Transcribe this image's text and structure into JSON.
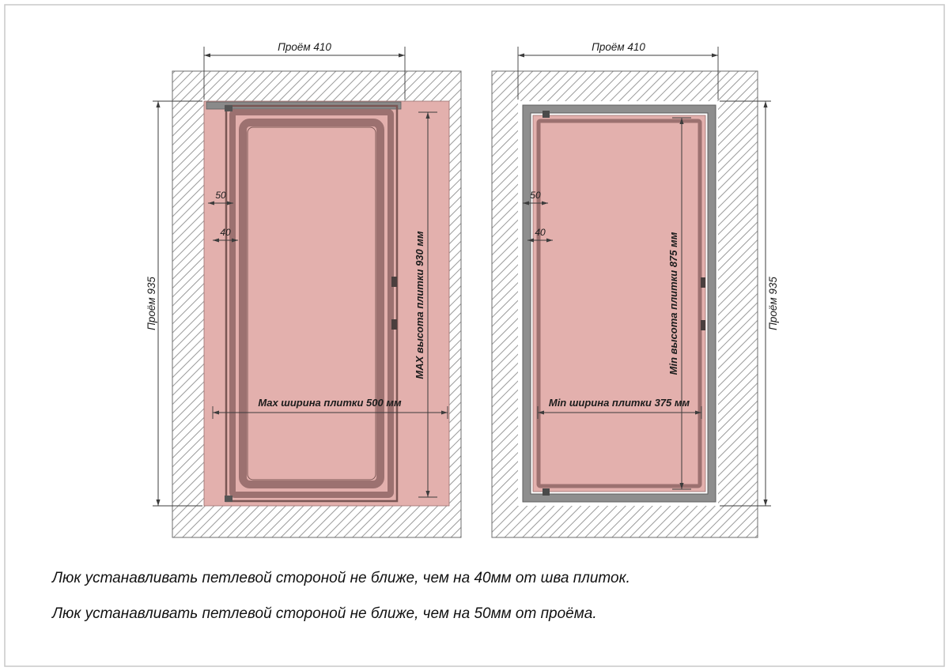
{
  "colors": {
    "tile_pink": "#e3b0ad",
    "frame_maroon": "#9c7170",
    "frame_maroon_dark": "#7a5654",
    "frame_gray": "#8e8e8e",
    "hatch_line": "#9a9a9a",
    "dimension_line": "#3c3c3c"
  },
  "left_diagram": {
    "opening_width_dim": "Проём 410",
    "opening_height_dim": "Проём 935",
    "hinge_offset_dim": "50",
    "seam_offset_dim": "40",
    "tile_height_dim": "MAX высота плитки 930 мм",
    "tile_width_dim": "Max ширина плитки 500 мм"
  },
  "right_diagram": {
    "opening_width_dim": "Проём 410",
    "opening_height_dim": "Проём 935",
    "hinge_offset_dim": "50",
    "seam_offset_dim": "40",
    "tile_height_dim": "Min высота плитки 875 мм",
    "tile_width_dim": "Min ширина плитки 375 мм"
  },
  "notes": {
    "line1": "Люк устанавливать петлевой стороной не ближе,  чем на 40мм от шва плиток.",
    "line2": "Люк устанавливать петлевой стороной не ближе,  чем на 50мм от проёма."
  }
}
